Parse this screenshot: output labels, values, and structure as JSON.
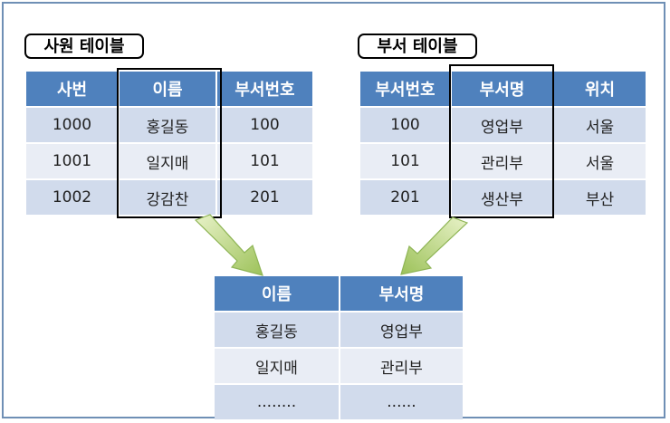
{
  "employee_table": {
    "title": "사원 테이블",
    "headers": [
      "사번",
      "이름",
      "부서번호"
    ],
    "rows": [
      [
        "1000",
        "홍길동",
        "100"
      ],
      [
        "1001",
        "일지매",
        "101"
      ],
      [
        "1002",
        "강감찬",
        "201"
      ]
    ]
  },
  "department_table": {
    "title": "부서 테이블",
    "headers": [
      "부서번호",
      "부서명",
      "위치"
    ],
    "rows": [
      [
        "100",
        "영업부",
        "서울"
      ],
      [
        "101",
        "관리부",
        "서울"
      ],
      [
        "201",
        "생산부",
        "부산"
      ]
    ]
  },
  "result_table": {
    "headers": [
      "이름",
      "부서명"
    ],
    "rows": [
      [
        "홍길동",
        "영업부"
      ],
      [
        "일지매",
        "관리부"
      ],
      [
        "........",
        "......"
      ]
    ]
  },
  "colors": {
    "header": "#4f81bd",
    "row_dark": "#d1dbec",
    "row_light": "#e9edf5",
    "arrow": "#a6c86a"
  }
}
